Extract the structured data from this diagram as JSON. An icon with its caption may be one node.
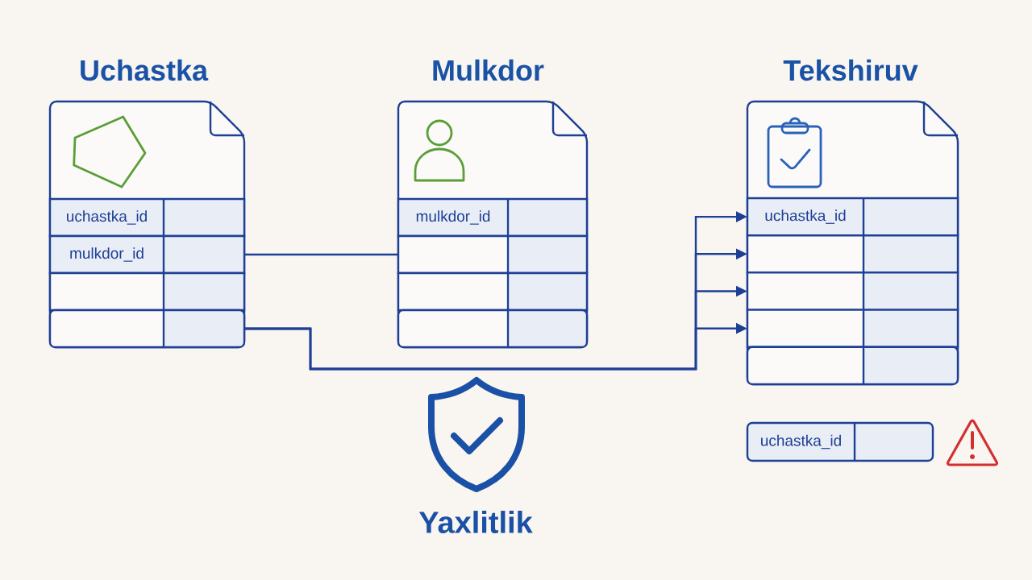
{
  "diagram": {
    "nodes": [
      {
        "text": [
          "Uchastka"
        ]
      },
      {
        "text": [
          "uchastka_id"
        ],
        "in": 0
      },
      {
        "text": [
          "mulkdor_id"
        ],
        "in": 0
      },
      {
        "text": [],
        "shape": "box",
        "in": 0
      },
      {
        "text": [],
        "shape": "box",
        "in": 0
      },
      {
        "text": [
          "Mulkdor"
        ]
      },
      {
        "text": [
          "mulkdor_id"
        ],
        "in": 5
      },
      {
        "text": [],
        "shape": "box",
        "in": 5
      },
      {
        "text": [],
        "shape": "box",
        "in": 5
      },
      {
        "text": [],
        "shape": "box",
        "in": 5
      },
      {
        "text": [
          "Tekshiruv"
        ]
      },
      {
        "text": [
          "uchastka_id"
        ],
        "in": 10
      },
      {
        "text": [],
        "shape": "box",
        "in": 10
      },
      {
        "text": [],
        "shape": "box",
        "in": 10
      },
      {
        "text": [],
        "shape": "box",
        "in": 10
      },
      {
        "text": [],
        "shape": "box",
        "in": 10
      },
      {
        "text": [
          "uchastka_id"
        ]
      }
    ],
    "edges": [
      {
        "from": 2,
        "to": 7,
        "arrow": "none"
      },
      {
        "from": 4,
        "to": 11,
        "arrow": "to"
      },
      {
        "from": 4,
        "to": 12,
        "arrow": "to"
      },
      {
        "from": 4,
        "to": 13,
        "arrow": "to"
      },
      {
        "from": 4,
        "to": 14,
        "arrow": "to"
      }
    ],
    "labels": [
      "Yaxlitlik"
    ]
  }
}
